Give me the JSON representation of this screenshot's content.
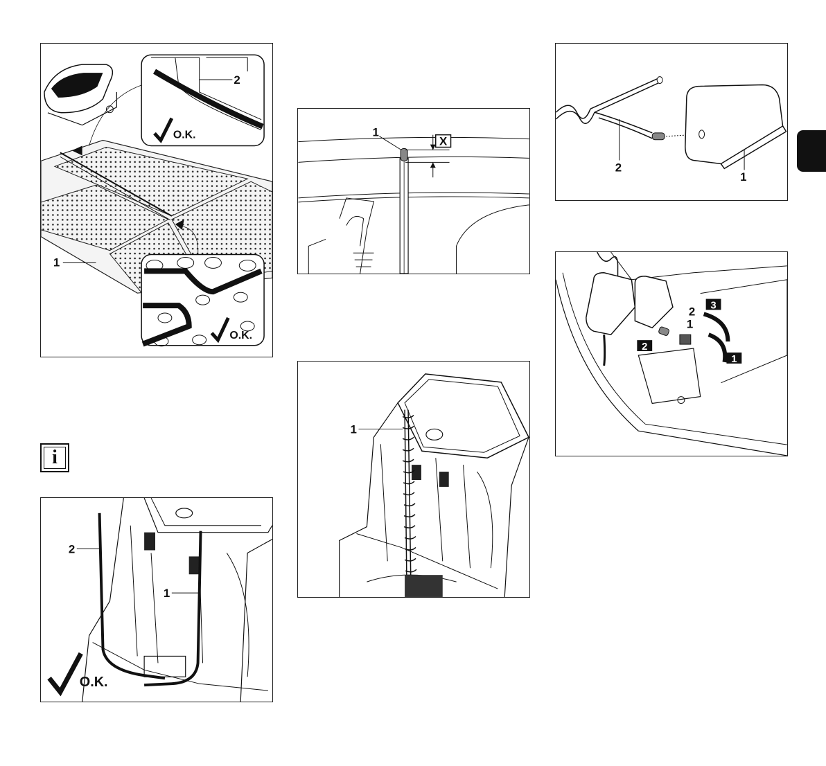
{
  "fig_a": {
    "label_1": "1",
    "label_2": "2",
    "ok_top": "O.K.",
    "ok_bottom": "O.K."
  },
  "fig_b": {
    "label_1": "1",
    "label_x": "X"
  },
  "fig_c": {
    "label_1": "1"
  },
  "fig_d": {
    "label_1": "1",
    "label_2": "2",
    "ok": "O.K."
  },
  "fig_e": {
    "label_1": "1",
    "label_2": "2"
  },
  "fig_f": {
    "label_1": "1",
    "label_2": "2",
    "step_1": "1",
    "step_2": "2",
    "step_3": "3"
  },
  "info_icon": {
    "glyph": "i"
  },
  "colors": {
    "line": "#111111",
    "accent_tab": "#111111"
  }
}
